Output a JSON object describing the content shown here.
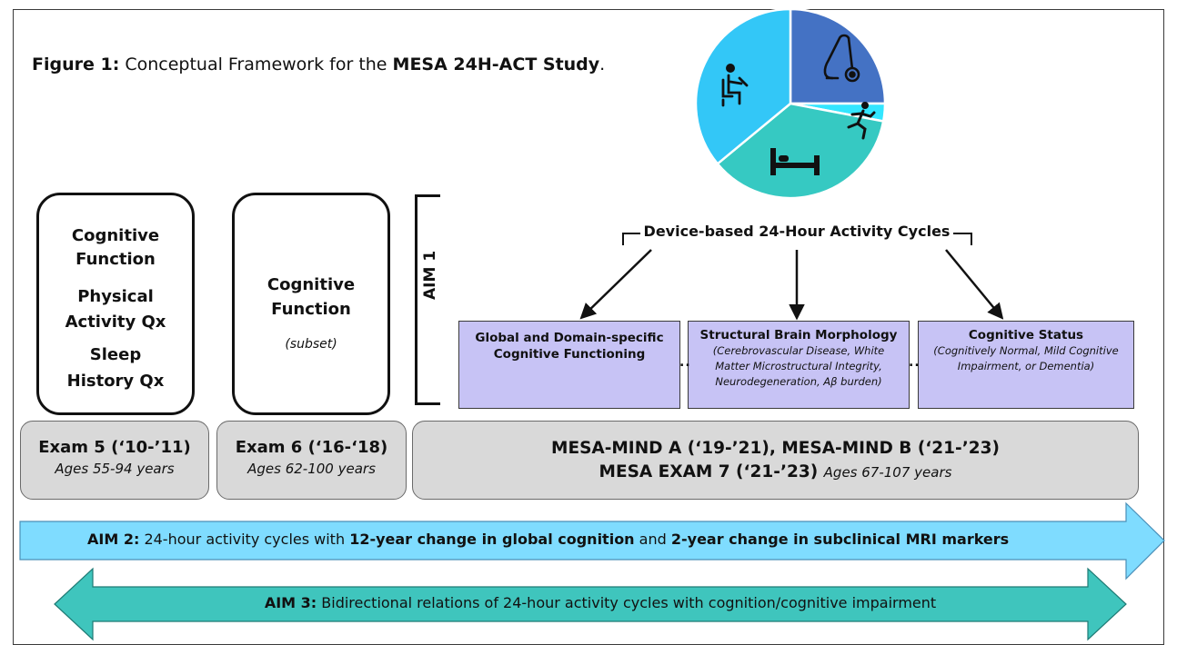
{
  "figure": {
    "title_prefix": "Figure 1:",
    "title_mid": " Conceptual Framework for the ",
    "title_bold": "MESA 24H-ACT Study",
    "title_end": "."
  },
  "pie_chart": {
    "segments": [
      {
        "icon": "vacuum-cleaner-icon",
        "color": "#4472c4",
        "fraction": 0.25
      },
      {
        "icon": "running-person-icon",
        "color": "#33e6ff",
        "fraction": 0.03
      },
      {
        "icon": "bed-icon",
        "color": "#36c9c2",
        "fraction": 0.36
      },
      {
        "icon": "sitting-person-icon",
        "color": "#33c7f7",
        "fraction": 0.36
      }
    ]
  },
  "exam5_box": {
    "line1": "Cognitive",
    "line2": "Function",
    "line3": "Physical",
    "line4": "Activity Qx",
    "line5": "Sleep",
    "line6": "History Qx"
  },
  "exam6_box": {
    "line1": "Cognitive",
    "line2": "Function",
    "note": "(subset)"
  },
  "aim1": {
    "label": "AIM 1",
    "device_label": "Device-based 24-Hour Activity Cycles",
    "outcomes": [
      {
        "title": "Global and Domain-specific Cognitive Functioning",
        "detail": ""
      },
      {
        "title": "Structural Brain Morphology",
        "detail": "(Cerebrovascular Disease, White Matter Microstructural Integrity, Neurodegeneration, Aβ burden)"
      },
      {
        "title": "Cognitive Status",
        "detail": "(Cognitively Normal, Mild Cognitive Impairment, or Dementia)"
      }
    ],
    "separator": ".."
  },
  "timeline": {
    "exam5": {
      "title": "Exam 5 (‘10-’11)",
      "ages": "Ages 55-94 years"
    },
    "exam6": {
      "title": "Exam 6 (‘16-‘18)",
      "ages": "Ages 62-100 years"
    },
    "mind": {
      "line1": "MESA-MIND A (‘19-’21), MESA-MIND B (‘21-’23)",
      "line2": "MESA EXAM 7 (‘21-’23)",
      "ages": "Ages 67-107 years"
    }
  },
  "aim2": {
    "label": "AIM 2:",
    "text_a": " 24-hour activity cycles with ",
    "bold_a": "12-year change in global cognition",
    "text_b": " and ",
    "bold_b": "2-year change in subclinical MRI markers",
    "color": "#7fdcff"
  },
  "aim3": {
    "label": "AIM 3:",
    "text": " Bidirectional relations of 24-hour activity cycles with cognition/cognitive impairment",
    "color": "#3fc5bd"
  }
}
